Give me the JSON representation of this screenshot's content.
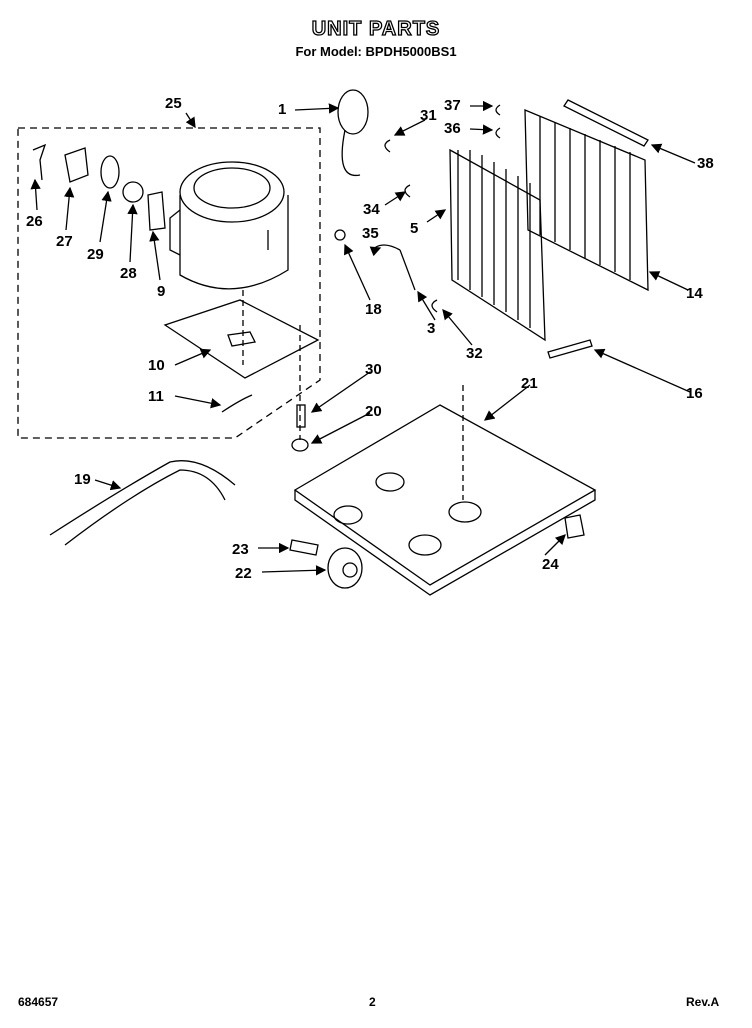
{
  "header": {
    "title": "UNIT PARTS",
    "subtitle": "For Model: BPDH5000BS1"
  },
  "callouts": {
    "c1": "1",
    "c25": "25",
    "c31": "31",
    "c37": "37",
    "c36": "36",
    "c38": "38",
    "c26": "26",
    "c27": "27",
    "c29": "29",
    "c28": "28",
    "c9": "9",
    "c34": "34",
    "c5": "5",
    "c35": "35",
    "c18": "18",
    "c3": "3",
    "c32": "32",
    "c14": "14",
    "c10": "10",
    "c11": "11",
    "c30": "30",
    "c20": "20",
    "c21": "21",
    "c16": "16",
    "c19": "19",
    "c23": "23",
    "c22": "22",
    "c24": "24"
  },
  "footer": {
    "doc_number": "684657",
    "page": "2",
    "revision": "Rev.A"
  }
}
